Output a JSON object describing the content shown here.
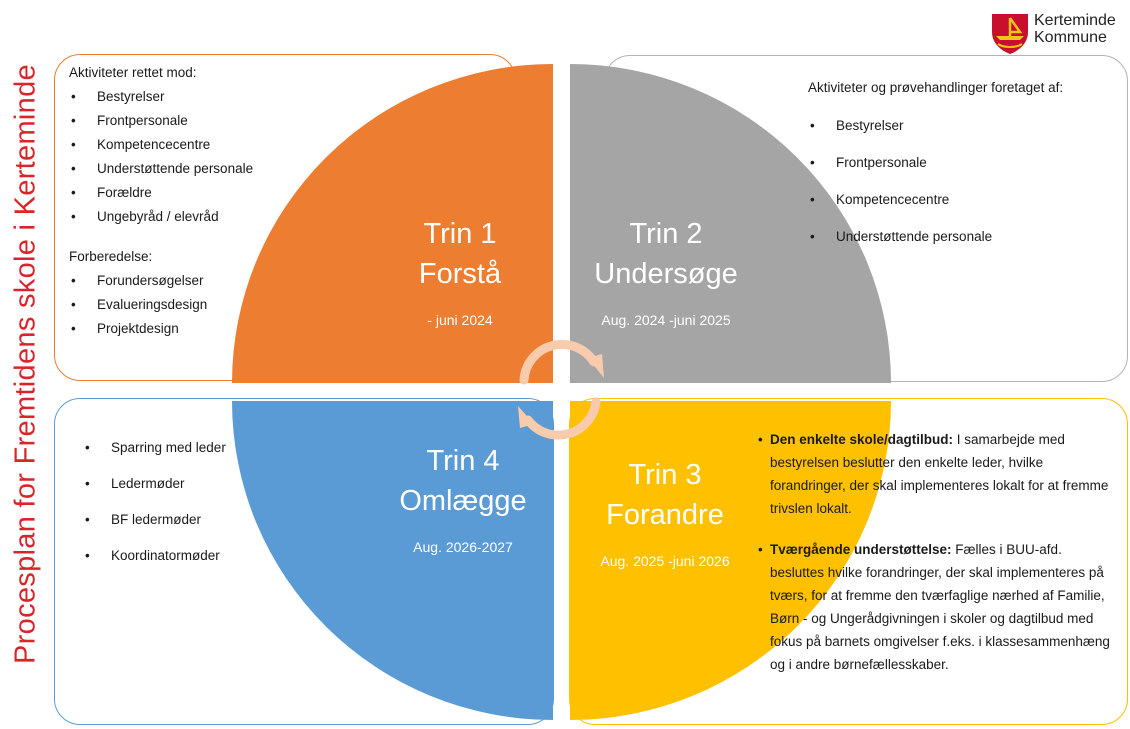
{
  "side_title": "Procesplan for Fremtidens skole i Kerteminde",
  "logo": {
    "line1": "Kerteminde",
    "line2": "Kommune"
  },
  "colors": {
    "orange": "#ed7d31",
    "gray": "#a5a5a5",
    "yellow": "#ffc000",
    "blue": "#5b9bd5",
    "title_red": "#d9252a"
  },
  "quadrants": [
    {
      "title_line1": "Trin 1",
      "title_line2": "Forstå",
      "date": "- juni 2024"
    },
    {
      "title_line1": "Trin 2",
      "title_line2": "Undersøge",
      "date": "Aug. 2024 -juni 2025"
    },
    {
      "title_line1": "Trin 3",
      "title_line2": "Forandre",
      "date": "Aug. 2025 -juni 2026"
    },
    {
      "title_line1": "Trin 4",
      "title_line2": "Omlægge",
      "date": "Aug. 2026-2027"
    }
  ],
  "panel1": {
    "heading": "Aktiviteter rettet mod:",
    "items": [
      "Bestyrelser",
      "Frontpersonale",
      "Kompetencecentre",
      "Understøttende personale",
      "Forældre",
      "Ungebyråd / elevråd"
    ],
    "heading2": "Forberedelse:",
    "items2": [
      "Forundersøgelser",
      "Evalueringsdesign",
      "Projektdesign"
    ]
  },
  "panel2": {
    "heading": "Aktiviteter og prøvehandlinger  foretaget af:",
    "items": [
      "Bestyrelser",
      "Frontpersonale",
      "Kompetencecentre",
      "Understøttende personale"
    ]
  },
  "panel3": [
    {
      "bold": "Den enkelte skole/dagtilbud:",
      "text": " I samarbejde med bestyrelsen beslutter den enkelte leder, hvilke forandringer, der skal implementeres lokalt for at fremme trivslen lokalt."
    },
    {
      "bold": "Tværgående understøttelse:",
      "text": " Fælles i BUU-afd. besluttes hvilke forandringer, der skal implementeres på tværs, for at fremme den tværfaglige nærhed af Familie, Børn - og Ungerådgivningen  i skoler og dagtilbud med fokus på barnets omgivelser f.eks. i klassesammenhæng og i andre børnefællesskaber."
    }
  ],
  "panel4": {
    "items": [
      "Sparring med leder",
      "Ledermøder",
      "BF ledermøder",
      "Koordinatormøder"
    ]
  }
}
